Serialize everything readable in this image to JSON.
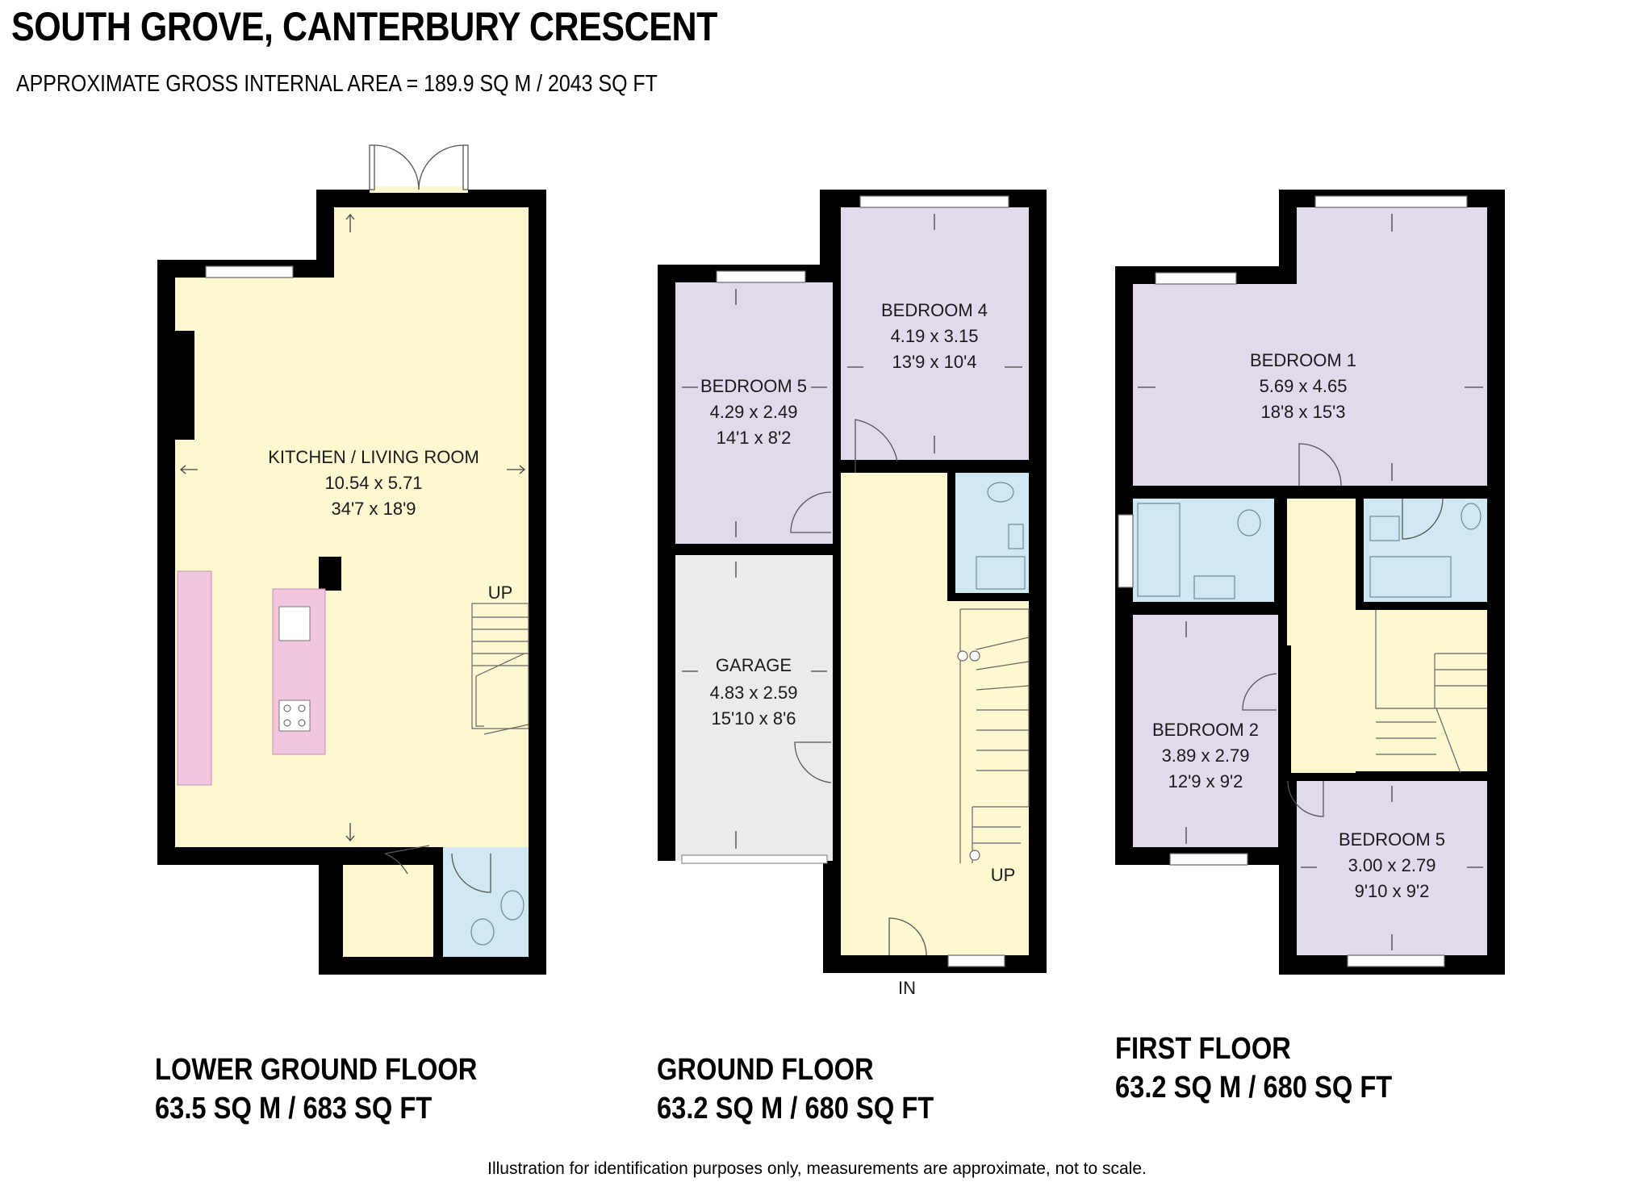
{
  "title": "SOUTH GROVE, CANTERBURY CRESCENT",
  "subtitle": "APPROXIMATE GROSS INTERNAL AREA = 189.9 SQ M / 2043 SQ FT",
  "footer": "Illustration for identification purposes only, measurements are approximate, not to scale.",
  "colors": {
    "living": "#fdf8d0",
    "bedroom": "#e3d9ed",
    "bathroom": "#cfe8f2",
    "garage": "#ebebeb",
    "kitchen_unit": "#f2c6de",
    "wall": "#000000"
  },
  "floors": {
    "lower_ground": {
      "name": "LOWER GROUND FLOOR",
      "area": "63.5 SQ M / 683 SQ FT",
      "kitchen": {
        "name": "KITCHEN / LIVING ROOM",
        "metric": "10.54 x 5.71",
        "imperial": "34'7 x 18'9"
      },
      "stairs_label": "UP"
    },
    "ground": {
      "name": "GROUND FLOOR",
      "area": "63.2 SQ M / 680 SQ FT",
      "bedroom4": {
        "name": "BEDROOM 4",
        "metric": "4.19 x 3.15",
        "imperial": "13'9 x 10'4"
      },
      "bedroom5": {
        "name": "BEDROOM 5",
        "metric": "4.29 x 2.49",
        "imperial": "14'1 x 8'2"
      },
      "garage": {
        "name": "GARAGE",
        "metric": "4.83 x 2.59",
        "imperial": "15'10 x 8'6"
      },
      "stairs_label": "UP",
      "entrance_label": "IN"
    },
    "first": {
      "name": "FIRST FLOOR",
      "area": "63.2 SQ M / 680 SQ FT",
      "bedroom1": {
        "name": "BEDROOM 1",
        "metric": "5.69 x 4.65",
        "imperial": "18'8 x 15'3"
      },
      "bedroom2": {
        "name": "BEDROOM 2",
        "metric": "3.89 x 2.79",
        "imperial": "12'9 x 9'2"
      },
      "bedroom5": {
        "name": "BEDROOM 5",
        "metric": "3.00 x 2.79",
        "imperial": "9'10 x 9'2"
      }
    }
  }
}
